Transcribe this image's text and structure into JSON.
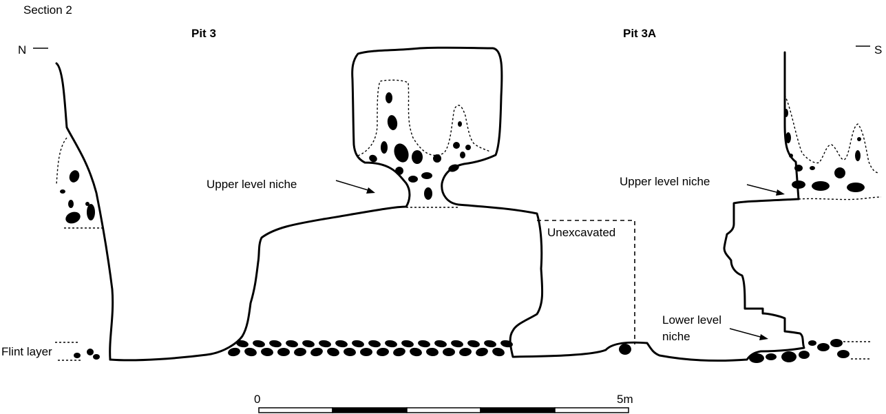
{
  "labels": {
    "section": "Section 2",
    "pit3": "Pit 3",
    "pit3a": "Pit 3A",
    "north": "N",
    "south": "S",
    "upper_niche_left": "Upper level niche",
    "upper_niche_right": "Upper level niche",
    "unexcavated": "Unexcavated",
    "lower_niche_line1": "Lower level",
    "lower_niche_line2": "niche",
    "flint_layer": "Flint layer"
  },
  "scale_bar": {
    "start_label": "0",
    "end_label": "5m",
    "segments": 5
  }
}
